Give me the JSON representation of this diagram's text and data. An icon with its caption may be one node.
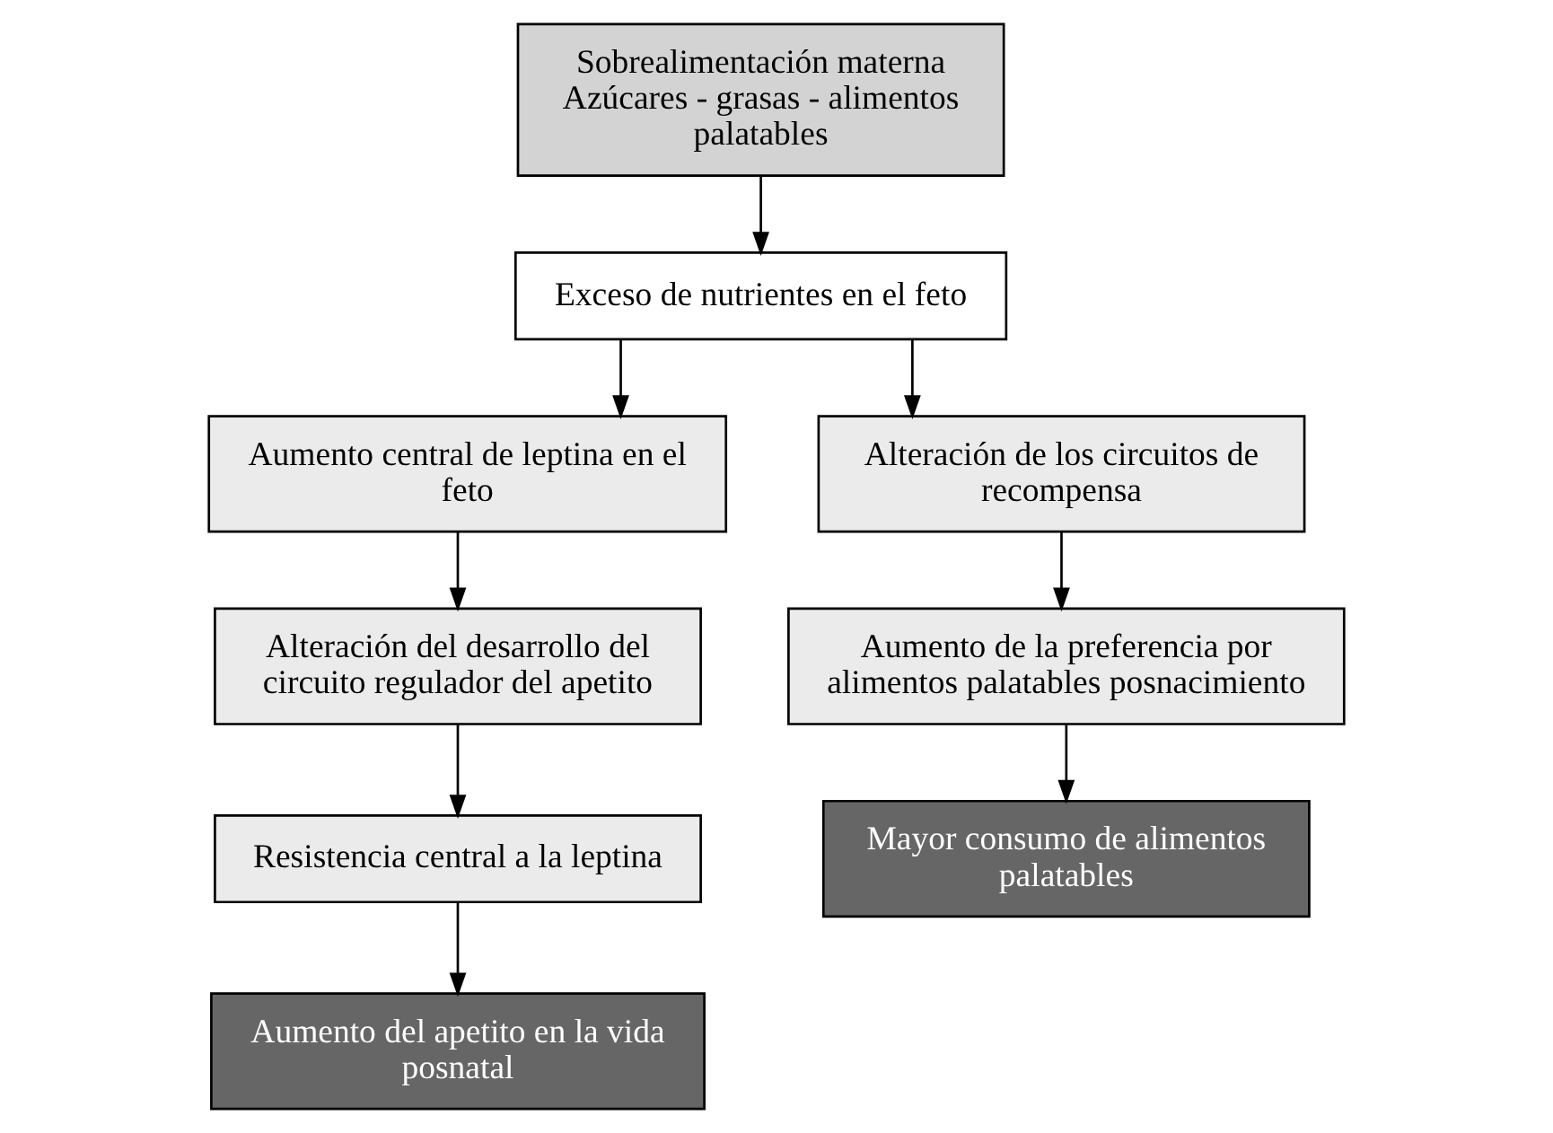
{
  "diagram": {
    "nodes": [
      {
        "text": [
          "Sobrealimentación materna",
          "Azúcares - grasas - alimentos palatables"
        ]
      },
      {
        "text": [
          "Exceso de nutrientes en el feto"
        ]
      },
      {
        "text": [
          "Aumento central de leptina en el feto"
        ]
      },
      {
        "text": [
          "Alteración del desarrollo del circuito regulador del apetito"
        ]
      },
      {
        "text": [
          "Resistencia central a la leptina"
        ]
      },
      {
        "text": [
          "Aumento del apetito en la vida posnatal"
        ]
      },
      {
        "text": [
          "Alteración de los circuitos de recompensa"
        ]
      },
      {
        "text": [
          "Aumento de la preferencia por alimentos palatables posnacimiento"
        ]
      },
      {
        "text": [
          "Mayor consumo de alimentos palatables"
        ]
      }
    ],
    "edges": [
      {
        "from": 0,
        "to": 1,
        "arrow": "to"
      },
      {
        "from": 1,
        "to": 2,
        "arrow": "to"
      },
      {
        "from": 1,
        "to": 6,
        "arrow": "to"
      },
      {
        "from": 2,
        "to": 3,
        "arrow": "to"
      },
      {
        "from": 3,
        "to": 4,
        "arrow": "to"
      },
      {
        "from": 4,
        "to": 5,
        "arrow": "to"
      },
      {
        "from": 6,
        "to": 7,
        "arrow": "to"
      },
      {
        "from": 7,
        "to": 8,
        "arrow": "to"
      }
    ]
  }
}
